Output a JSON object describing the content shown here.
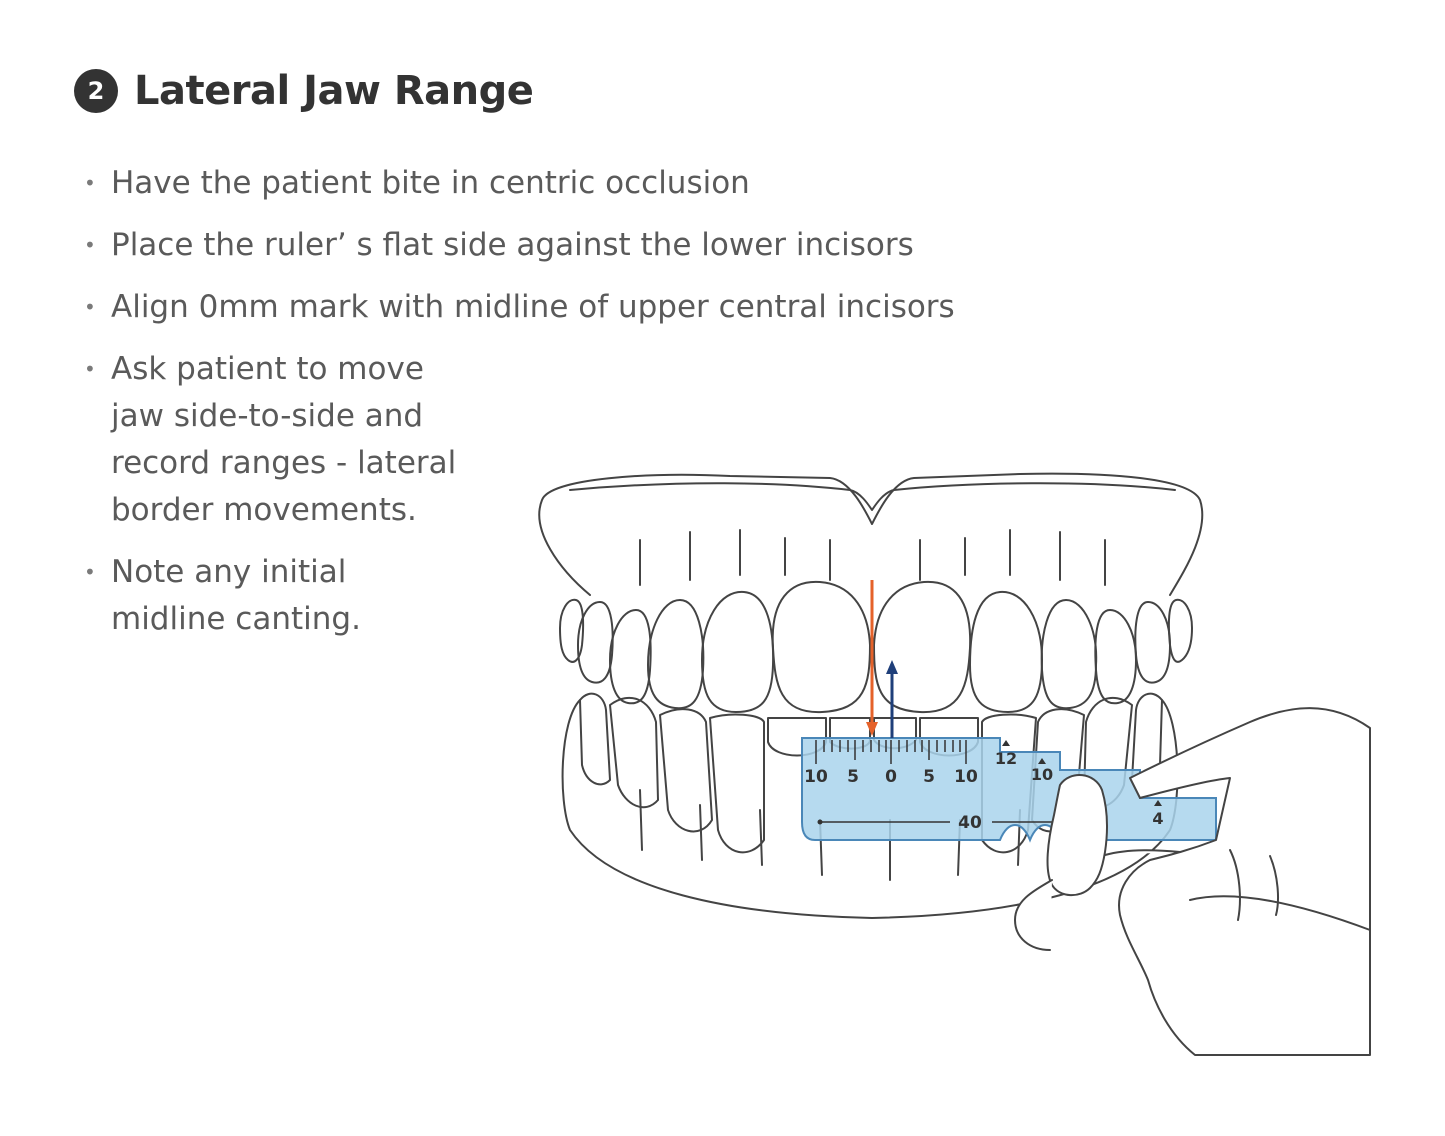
{
  "step": {
    "number": "2"
  },
  "title": "Lateral Jaw Range",
  "bullets": [
    "Have the patient bite in centric occlusion",
    "Place the ruler’ s flat side against the lower incisors",
    "Align 0mm mark with midline of upper central incisors",
    "Ask patient to move jaw side-to-side and record ranges - lateral border movements.",
    "Note any initial midline canting."
  ],
  "ruler": {
    "scale_labels": [
      "10",
      "5",
      "0",
      "5",
      "10"
    ],
    "marker_12": "12",
    "marker_10": "10",
    "marker_4": "4",
    "width_label": "40"
  },
  "colors": {
    "upper_arrow": "#e5622a",
    "lower_arrow": "#1f3f7a",
    "ruler_fill": "#a9d4ec",
    "outline": "#444444"
  },
  "icons": {
    "step_badge": "circled-number-icon",
    "upper_midline_arrow": "arrow-down-icon",
    "lower_midline_arrow": "arrow-up-icon"
  }
}
